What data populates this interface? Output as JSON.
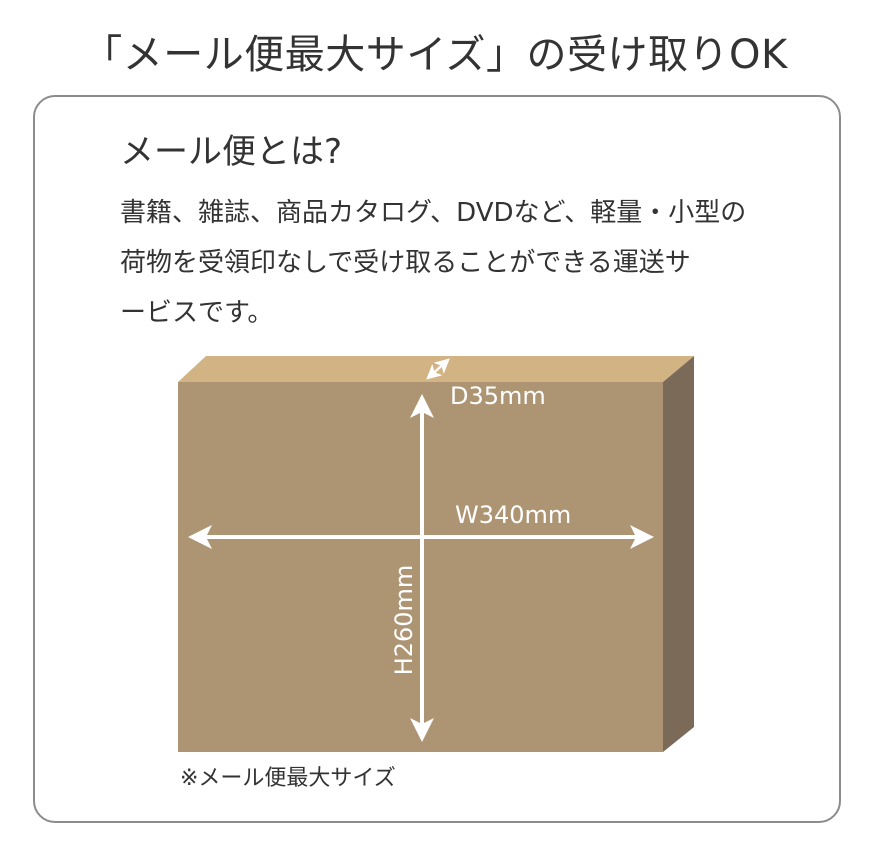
{
  "title": "「メール便最大サイズ」の受け取りOK",
  "card": {
    "heading": "メール便とは?",
    "description_lines": [
      "書籍、雑誌、商品カタログ、DVDなど、軽量・小型の",
      "荷物を受領印なしで受け取ることができる運送サ",
      "ービスです。"
    ]
  },
  "diagram": {
    "depth_label": "D35mm",
    "width_label": "W340mm",
    "height_label": "H260mm",
    "colors": {
      "front": "#ad9574",
      "top": "#d2b384",
      "side": "#7a6a57",
      "arrows": "#ffffff"
    }
  },
  "footnote": "※メール便最大サイズ"
}
